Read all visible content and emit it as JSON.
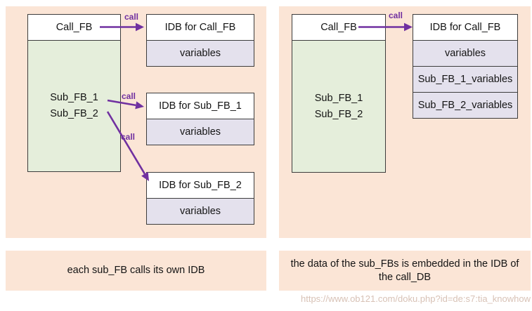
{
  "colors": {
    "panel_background": "#fbe5d6",
    "fb_body_background": "#e5eedb",
    "idb_row_background": "#e4e1ed",
    "box_border": "#3c3c3c",
    "arrow_accent": "#7030a0",
    "url_text": "#d8c2b6"
  },
  "left_panel": {
    "fb": {
      "header": "Call_FB",
      "body_lines": [
        "Sub_FB_1",
        "Sub_FB_2"
      ]
    },
    "idbs": [
      {
        "header": "IDB for Call_FB",
        "rows": [
          "variables"
        ]
      },
      {
        "header": "IDB for Sub_FB_1",
        "rows": [
          "variables"
        ]
      },
      {
        "header": "IDB for Sub_FB_2",
        "rows": [
          "variables"
        ]
      }
    ],
    "call_labels": [
      "call",
      "call",
      "call"
    ],
    "caption": "each sub_FB calls its own IDB"
  },
  "right_panel": {
    "fb": {
      "header": "Call_FB",
      "body_lines": [
        "Sub_FB_1",
        "Sub_FB_2"
      ]
    },
    "idb": {
      "header": "IDB for Call_FB",
      "rows": [
        "variables",
        "Sub_FB_1_variables",
        "Sub_FB_2_variables"
      ]
    },
    "call_label": "call",
    "caption_lines": [
      "the data of the sub_FBs is embedded in the IDB of",
      "the call_DB"
    ]
  },
  "footer": {
    "url": "https://www.ob121.com/doku.php?id=de:s7:tia_knowhow"
  }
}
